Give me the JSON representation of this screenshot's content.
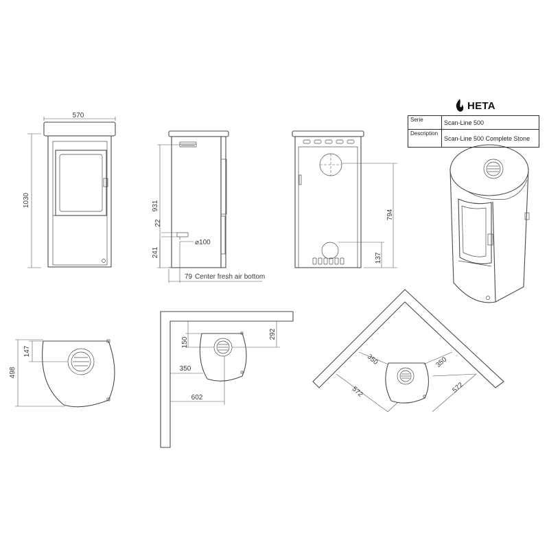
{
  "brand": {
    "name": "HETA",
    "logo_icon": "flame-icon"
  },
  "title_block": {
    "rows": [
      {
        "key": "Serie",
        "value": "Scan-Line 500"
      },
      {
        "key": "Description",
        "value": "Scan-Line 500 Complete Stone"
      }
    ]
  },
  "dimensions": {
    "front_width": "570",
    "front_height": "1030",
    "side_flue_top": "931",
    "side_flue_gap": "22",
    "side_air_height": "241",
    "side_air_diameter": "⌀100",
    "side_air_offset": "79",
    "side_air_note": "Center fresh air bottom",
    "back_flue_height": "794",
    "back_air_height": "137",
    "top_depth": "498",
    "top_flue_offset": "147",
    "wall_flue_to_side": "150",
    "wall_flue_to_back": "292",
    "wall_side_clear": "350",
    "wall_depth": "602",
    "corner_clear_left": "350",
    "corner_clear_right": "350",
    "corner_depth_left": "572",
    "corner_depth_right": "572"
  }
}
